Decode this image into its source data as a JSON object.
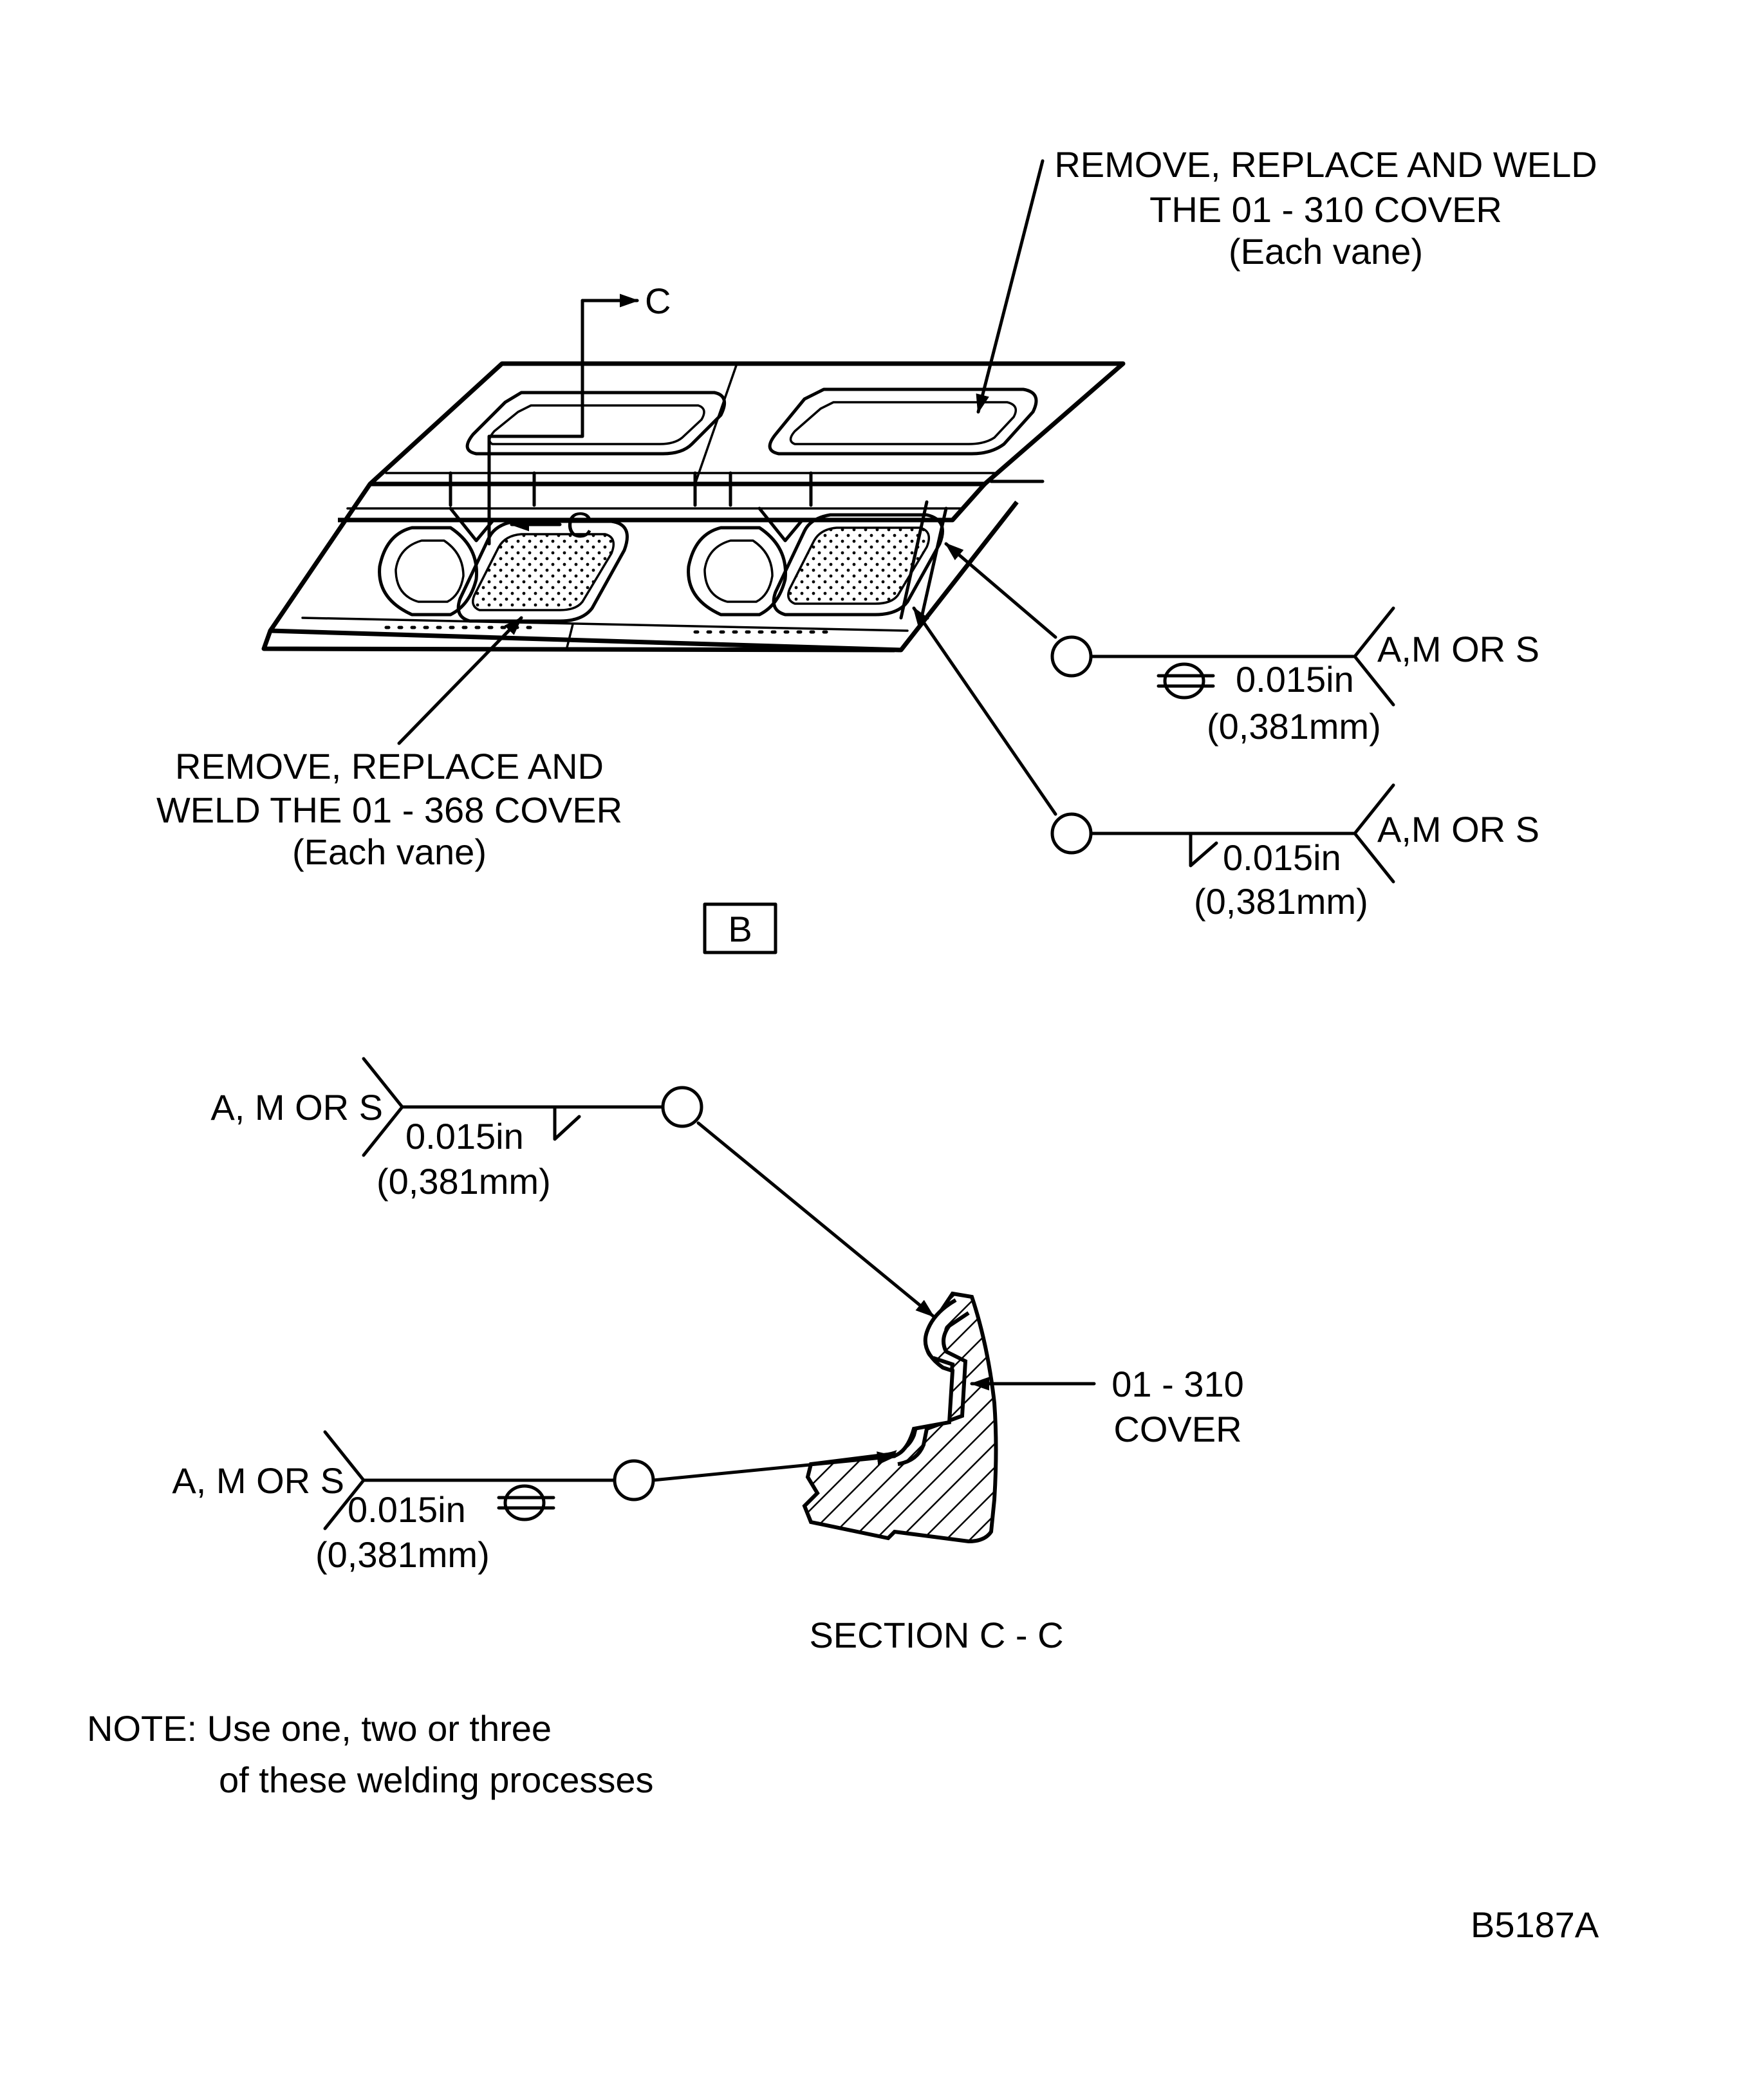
{
  "view_b": {
    "callout_top": {
      "line1": "REMOVE, REPLACE AND WELD",
      "line2": "THE 01 - 310 COVER",
      "line3": "(Each vane)"
    },
    "callout_bottom": {
      "line1": "REMOVE, REPLACE AND",
      "line2": "WELD THE 01 - 368 COVER",
      "line3": "(Each vane)"
    },
    "section_marker_top": "C",
    "section_marker_mid": "C",
    "view_label": "B",
    "weld_symbol_1": {
      "process": "A,M OR S",
      "size": "0.015in",
      "size_metric": "(0,381mm)"
    },
    "weld_symbol_2": {
      "process": "A,M OR S",
      "size": "0.015in",
      "size_metric": "(0,381mm)"
    }
  },
  "section_c": {
    "weld_symbol_1": {
      "process": "A, M OR S",
      "size": "0.015in",
      "size_metric": "(0,381mm)"
    },
    "weld_symbol_2": {
      "process": "A, M OR S",
      "size": "0.015in",
      "size_metric": "(0,381mm)"
    },
    "cover_label_line1": "01 - 310",
    "cover_label_line2": "COVER",
    "title": "SECTION C - C"
  },
  "note": {
    "line1": "NOTE: Use one, two or three",
    "line2": "of these welding processes"
  },
  "figure_id": "B5187A"
}
